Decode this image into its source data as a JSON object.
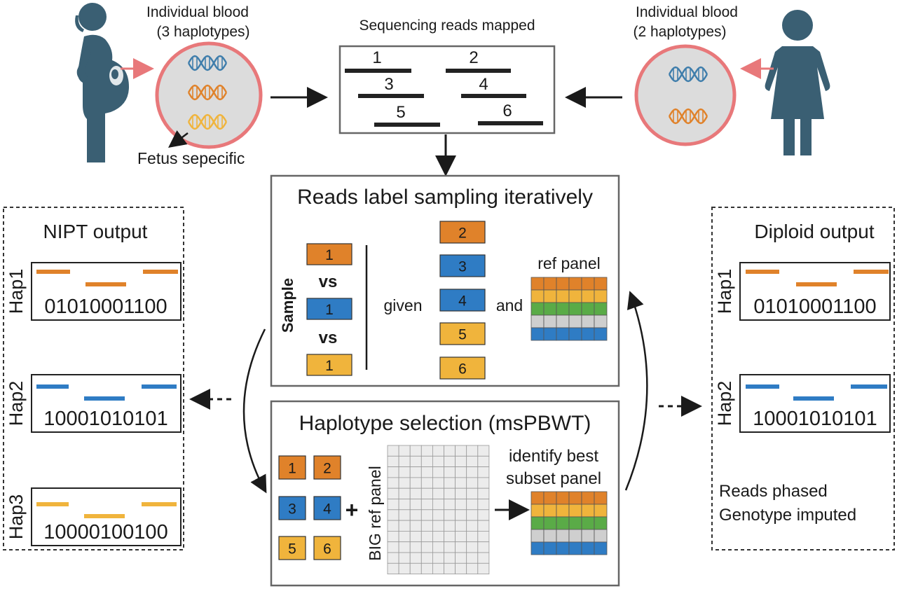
{
  "colors": {
    "figure": "#3a5f73",
    "dna_blue": "#3e7dab",
    "orange": "#e0822a",
    "yellow": "#f0b43c",
    "blue": "#2f7cc4",
    "green": "#5aab47",
    "gray": "#cfcfcf",
    "circle_fill": "#dcdcdc",
    "circle_stroke": "#e8787a",
    "arrow_pink": "#e8787a"
  },
  "top": {
    "mother_label_1": "Individual blood",
    "mother_label_2": "(3 haplotypes)",
    "fetus_label": "Fetus sepecific",
    "father_label_1": "Individual blood",
    "father_label_2": "(2 haplotypes)",
    "reads_title": "Sequencing reads mapped",
    "read_numbers": [
      "1",
      "2",
      "3",
      "4",
      "5",
      "6"
    ]
  },
  "sampling": {
    "title": "Reads label sampling iteratively",
    "sample_label": "Sample",
    "vs_1": "vs",
    "vs_2": "vs",
    "sample_boxes": [
      "1",
      "1",
      "1"
    ],
    "given_label": "given",
    "given_boxes": [
      "2",
      "3",
      "4",
      "5",
      "6"
    ],
    "and_label": "and",
    "ref_panel_label": "ref panel"
  },
  "selection": {
    "title": "Haplotype selection (msPBWT)",
    "read_boxes": [
      "1",
      "2",
      "3",
      "4",
      "5",
      "6"
    ],
    "plus": "+",
    "big_ref_label": "BIG ref panel",
    "identify_line_1": "identify best",
    "identify_line_2": "subset  panel"
  },
  "nipt": {
    "title": "NIPT output",
    "haps": [
      {
        "label": "Hap1",
        "code": "01010001100"
      },
      {
        "label": "Hap2",
        "code": "10001010101"
      },
      {
        "label": "Hap3",
        "code": "10000100100"
      }
    ]
  },
  "diploid": {
    "title": "Diploid output",
    "haps": [
      {
        "label": "Hap1",
        "code": "01010001100"
      },
      {
        "label": "Hap2",
        "code": "10001010101"
      }
    ],
    "note_1": "Reads phased",
    "note_2": "Genotype imputed"
  }
}
